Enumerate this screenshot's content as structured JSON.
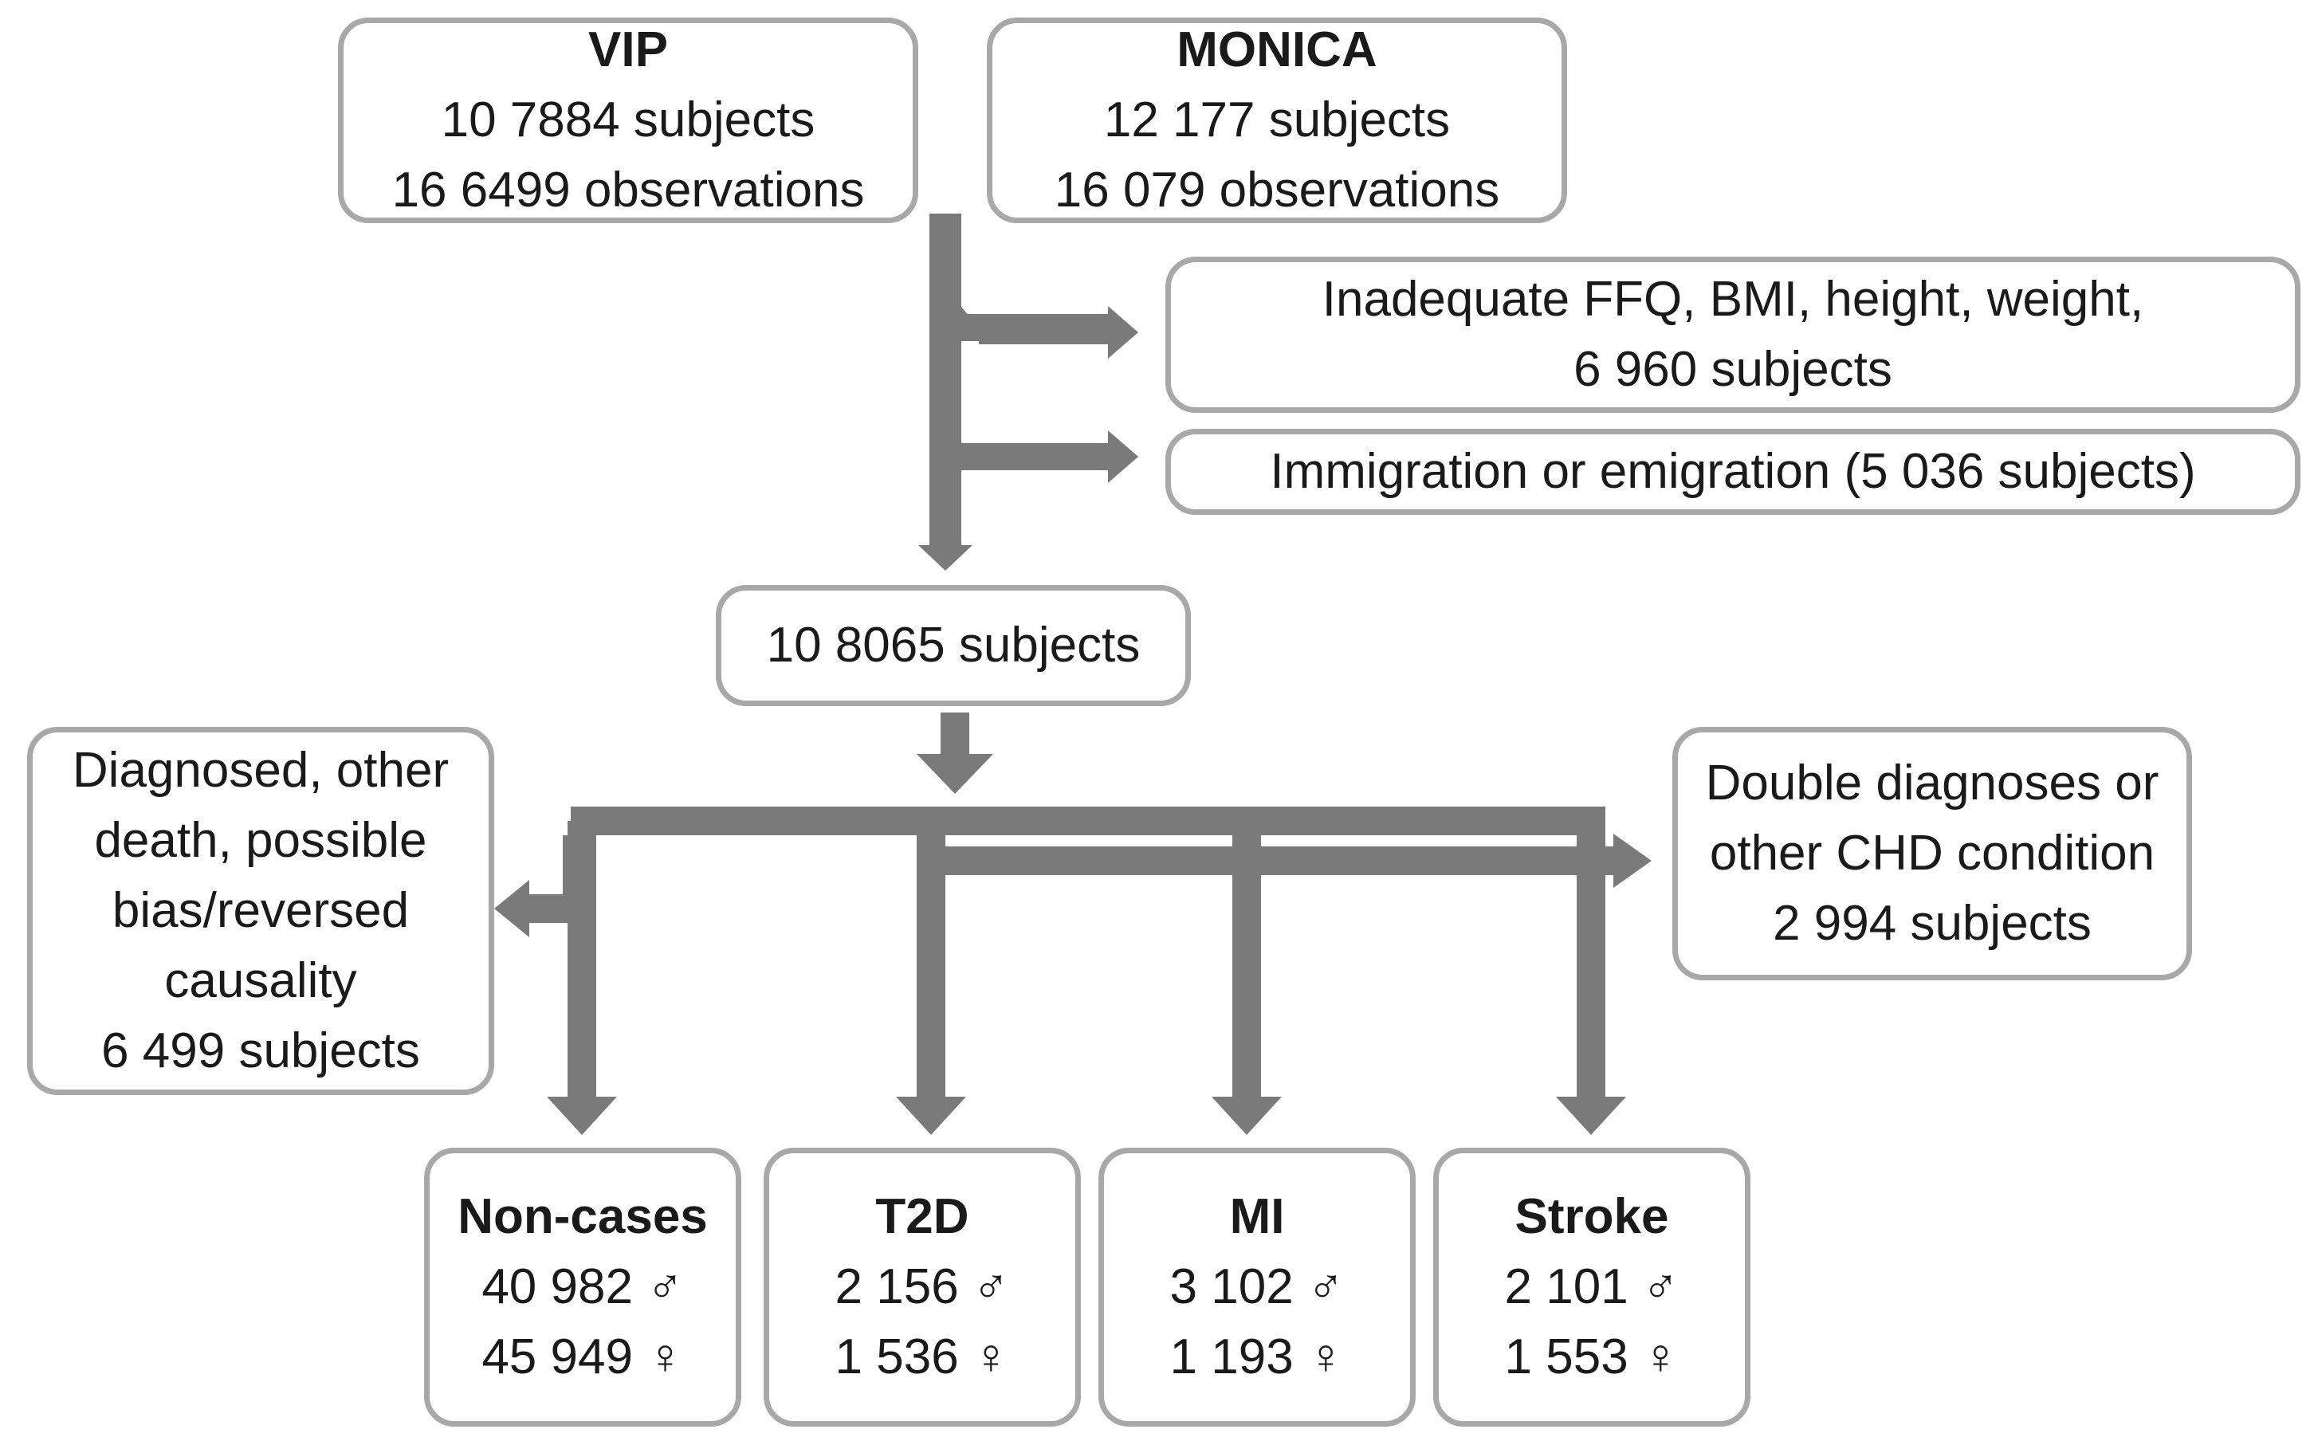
{
  "sources": {
    "vip": {
      "title": "VIP",
      "subjects": "10 7884 subjects",
      "observations": "16 6499 observations"
    },
    "monica": {
      "title": "MONICA",
      "subjects": "12 177 subjects",
      "observations": "16 079 observations"
    }
  },
  "exclusions": {
    "inadequate": {
      "line1": "Inadequate FFQ, BMI, height, weight,",
      "line2": "6 960 subjects"
    },
    "migration": {
      "text": "Immigration or emigration (5 036 subjects)"
    },
    "diagnosed": {
      "line1": "Diagnosed, other",
      "line2": "death, possible",
      "line3": "bias/reversed",
      "line4": "causality",
      "line5": "6 499 subjects"
    },
    "double": {
      "line1": "Double diagnoses or",
      "line2": "other CHD condition",
      "line3": "2 994 subjects"
    }
  },
  "cohort": {
    "subjects": "10 8065 subjects"
  },
  "outcomes": {
    "noncases": {
      "title": "Non-cases",
      "male": "40 982 ♂",
      "female": "45 949 ♀"
    },
    "t2d": {
      "title": "T2D",
      "male": "2 156 ♂",
      "female": "1 536 ♀"
    },
    "mi": {
      "title": "MI",
      "male": "3 102 ♂",
      "female": "1 193 ♀"
    },
    "stroke": {
      "title": "Stroke",
      "male": "2 101 ♂",
      "female": "1 553 ♀"
    }
  },
  "colors": {
    "arrow": "#7a7a7a",
    "box_border": "#a8a8a8",
    "text": "#1a1a1a"
  }
}
